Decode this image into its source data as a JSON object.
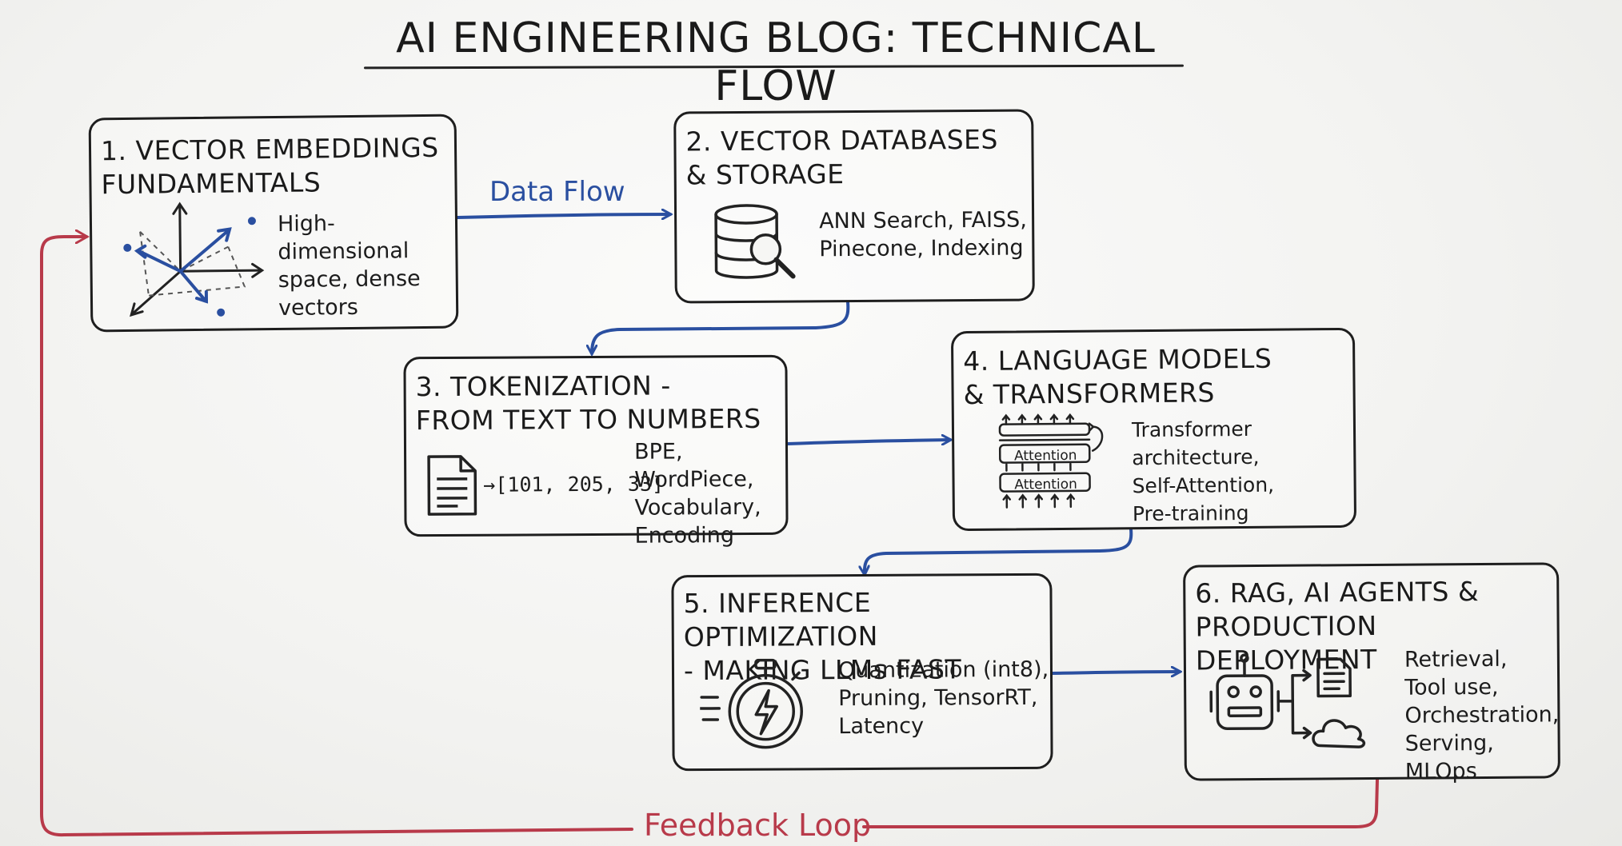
{
  "title": "AI ENGINEERING BLOG: TECHNICAL FLOW",
  "colors": {
    "flow": "#2a4fa0",
    "feedback": "#b83a4a",
    "ink": "#1e1e1e"
  },
  "labels": {
    "data_flow": "Data Flow",
    "feedback_loop": "Feedback Loop"
  },
  "boxes": [
    {
      "title": "1. VECTOR EMBEDDINGS\n   FUNDAMENTALS",
      "desc": "High-dimensional\nspace, dense\nvectors",
      "icon": "vector-axes-icon"
    },
    {
      "title": "2. VECTOR DATABASES\n   & STORAGE",
      "desc": "ANN Search, FAISS,\nPinecone, Indexing",
      "icon": "database-search-icon"
    },
    {
      "title": "3. TOKENIZATION -\n   FROM TEXT TO NUMBERS",
      "desc": "BPE, WordPiece,\nVocabulary,\nEncoding",
      "icon": "document-icon",
      "token_example": "→[101, 205, 33]"
    },
    {
      "title": "4. LANGUAGE MODELS\n   & TRANSFORMERS",
      "desc": "Transformer architecture,\nSelf-Attention,\nPre-training",
      "icon": "transformer-stack-icon",
      "layer_label": "Attention"
    },
    {
      "title": "5. INFERENCE OPTIMIZATION\n   - MAKING LLMs FAST",
      "desc": "Quantization (int8),\nPruning, TensorRT,\nLatency",
      "icon": "stopwatch-bolt-icon"
    },
    {
      "title": "6. RAG, AI AGENTS &\n   PRODUCTION DEPLOYMENT",
      "desc": "Retrieval,\nTool use,\nOrchestration,\nServing, MLOps",
      "icon": "robot-icon"
    }
  ]
}
